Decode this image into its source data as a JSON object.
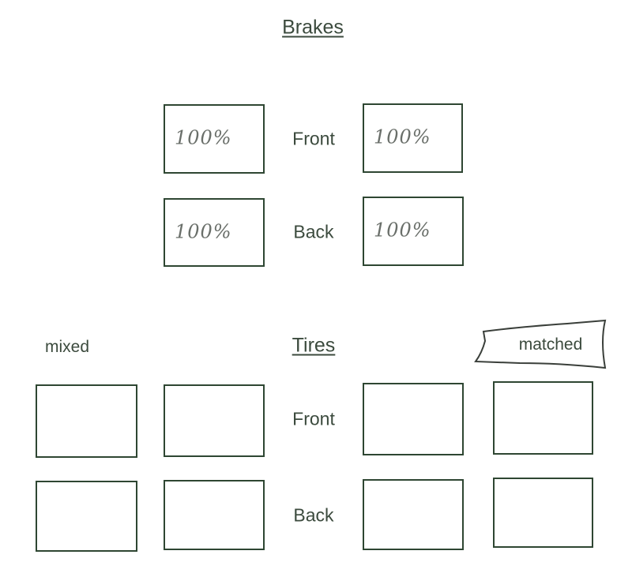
{
  "brakes": {
    "title": "Brakes",
    "rows": [
      {
        "label": "Front",
        "left": "100%",
        "right": "100%"
      },
      {
        "label": "Back",
        "left": "100%",
        "right": "100%"
      }
    ]
  },
  "tires": {
    "title": "Tires",
    "left_label": "mixed",
    "right_label": "matched",
    "rows": [
      {
        "label": "Front",
        "values": [
          "",
          "",
          "",
          ""
        ]
      },
      {
        "label": "Back",
        "values": [
          "",
          "",
          "",
          ""
        ]
      }
    ]
  }
}
